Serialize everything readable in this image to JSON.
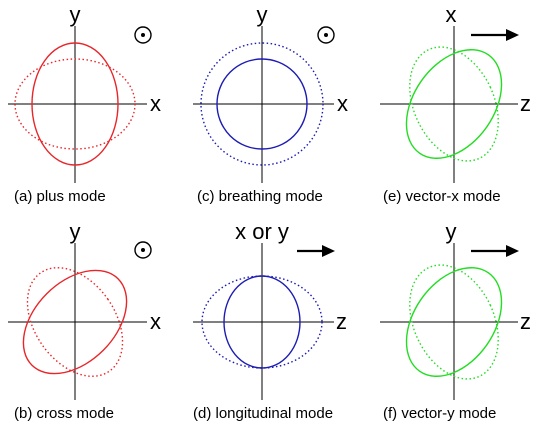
{
  "colors": {
    "plus": "#e8262a",
    "cross": "#e8262a",
    "breathing": "#1c1cb4",
    "longitudinal": "#1c1cb4",
    "vector": "#22dd22",
    "axis": "#000000"
  },
  "panels": {
    "a": {
      "caption": "(a) plus mode",
      "vertical_label": "y",
      "horizontal_label": "x",
      "direction_icon": "out-of-plane-dot-icon"
    },
    "c": {
      "caption": "(c) breathing mode",
      "vertical_label": "y",
      "horizontal_label": "x",
      "direction_icon": "out-of-plane-dot-icon"
    },
    "e": {
      "caption": "(e) vector-x mode",
      "vertical_label": "x",
      "horizontal_label": "z",
      "direction_icon": "right-arrow-icon"
    },
    "b": {
      "caption": "(b) cross mode",
      "vertical_label": "y",
      "horizontal_label": "x",
      "direction_icon": "out-of-plane-dot-icon"
    },
    "d": {
      "caption": "(d) longitudinal mode",
      "vertical_label": "x or y",
      "horizontal_label": "z",
      "direction_icon": "right-arrow-icon"
    },
    "f": {
      "caption": "(f) vector-y mode",
      "vertical_label": "y",
      "horizontal_label": "z",
      "direction_icon": "right-arrow-icon"
    }
  }
}
